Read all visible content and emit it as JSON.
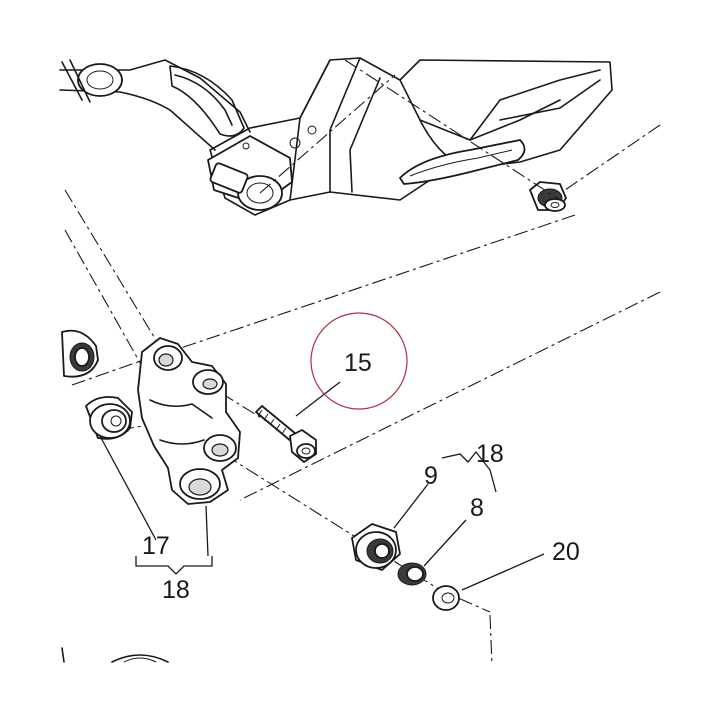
{
  "callouts": {
    "c15": "15",
    "c18_top": "18",
    "c9": "9",
    "c8": "8",
    "c20": "20",
    "c17": "17",
    "c18_bottom": "18"
  },
  "colors": {
    "line": "#1a1a1a",
    "highlight_circle": "#b03040",
    "shade": "#d9d9d9"
  }
}
